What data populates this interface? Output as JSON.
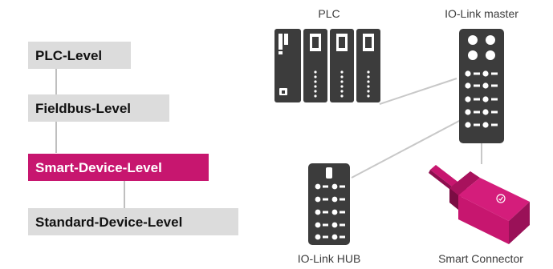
{
  "levels": [
    {
      "label": "PLC-Level",
      "highlight": false
    },
    {
      "label": "Fieldbus-Level",
      "highlight": false
    },
    {
      "label": "Smart-Device-Level",
      "highlight": true
    },
    {
      "label": "Standard-Device-Level",
      "highlight": false
    }
  ],
  "devices": {
    "plc": {
      "label": "PLC"
    },
    "master": {
      "label": "IO-Link master"
    },
    "hub": {
      "label": "IO-Link HUB"
    },
    "smart_connector": {
      "label": "Smart Connector"
    }
  },
  "colors": {
    "level_box": "#dcdcdc",
    "highlight": "#c7166f",
    "device": "#3c3c3c",
    "connector": "#bfbfbf",
    "text": "#111111"
  }
}
